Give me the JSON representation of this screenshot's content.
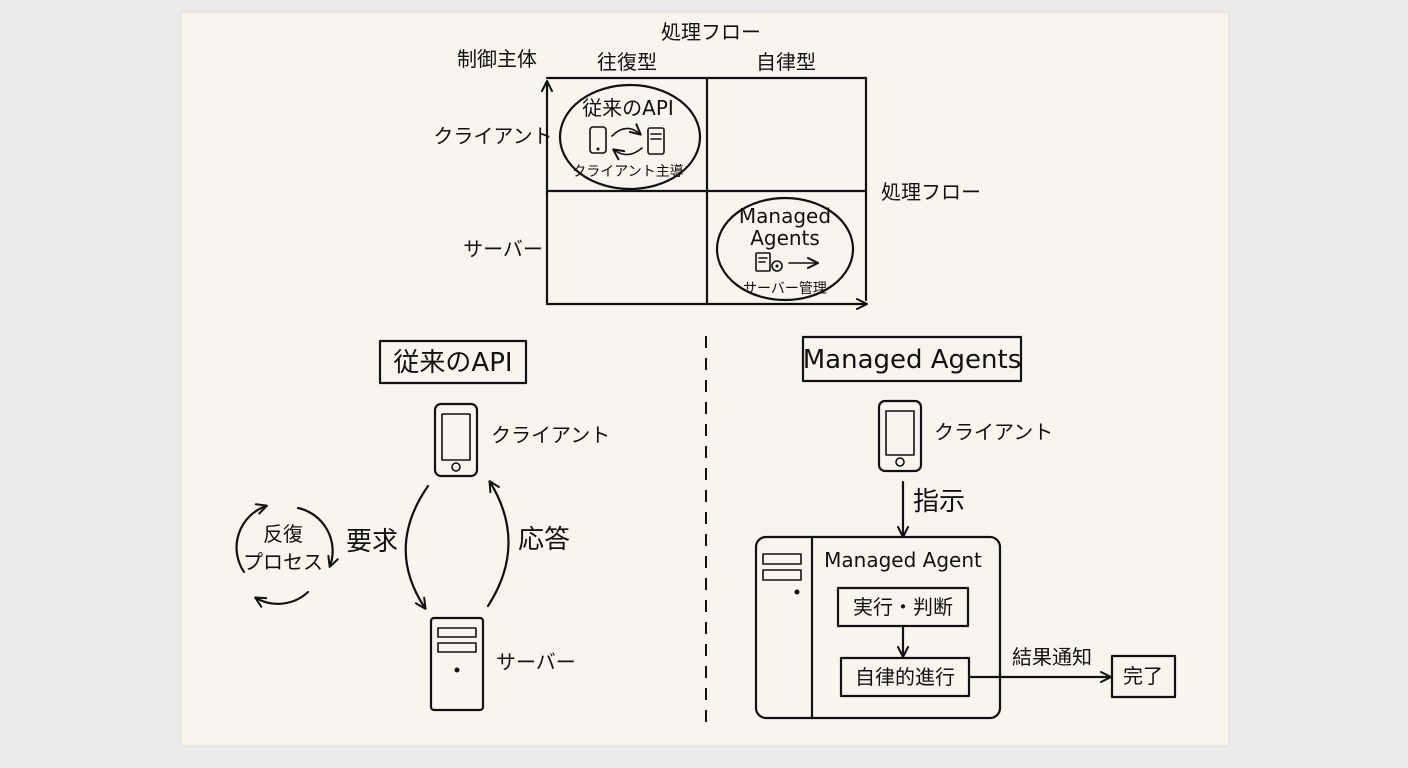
{
  "colors": {
    "paper": "#f7f5ee",
    "background": "#ebebeb",
    "ink": "#111111"
  },
  "matrix": {
    "x_title": "処理フロー",
    "y_title": "制御主体",
    "col_labels": [
      "往復型",
      "自律型"
    ],
    "row_labels": [
      "クライアント",
      "サーバー"
    ],
    "x_axis_label": "処理フロー",
    "cell_traditional": {
      "title": "従来のAPI",
      "caption": "クライアント主導"
    },
    "cell_managed": {
      "title_line1": "Managed",
      "title_line2": "Agents",
      "caption": "サーバー管理"
    }
  },
  "left": {
    "title": "従来のAPI",
    "client_label": "クライアント",
    "server_label": "サーバー",
    "request_label": "要求",
    "response_label": "応答",
    "cycle_line1": "反復",
    "cycle_line2": "プロセス"
  },
  "right": {
    "title": "Managed Agents",
    "client_label": "クライアント",
    "instruction_label": "指示",
    "agent_title": "Managed Agent",
    "step1": "実行・判断",
    "step2": "自律的進行",
    "notify_label": "結果通知",
    "done_label": "完了"
  }
}
